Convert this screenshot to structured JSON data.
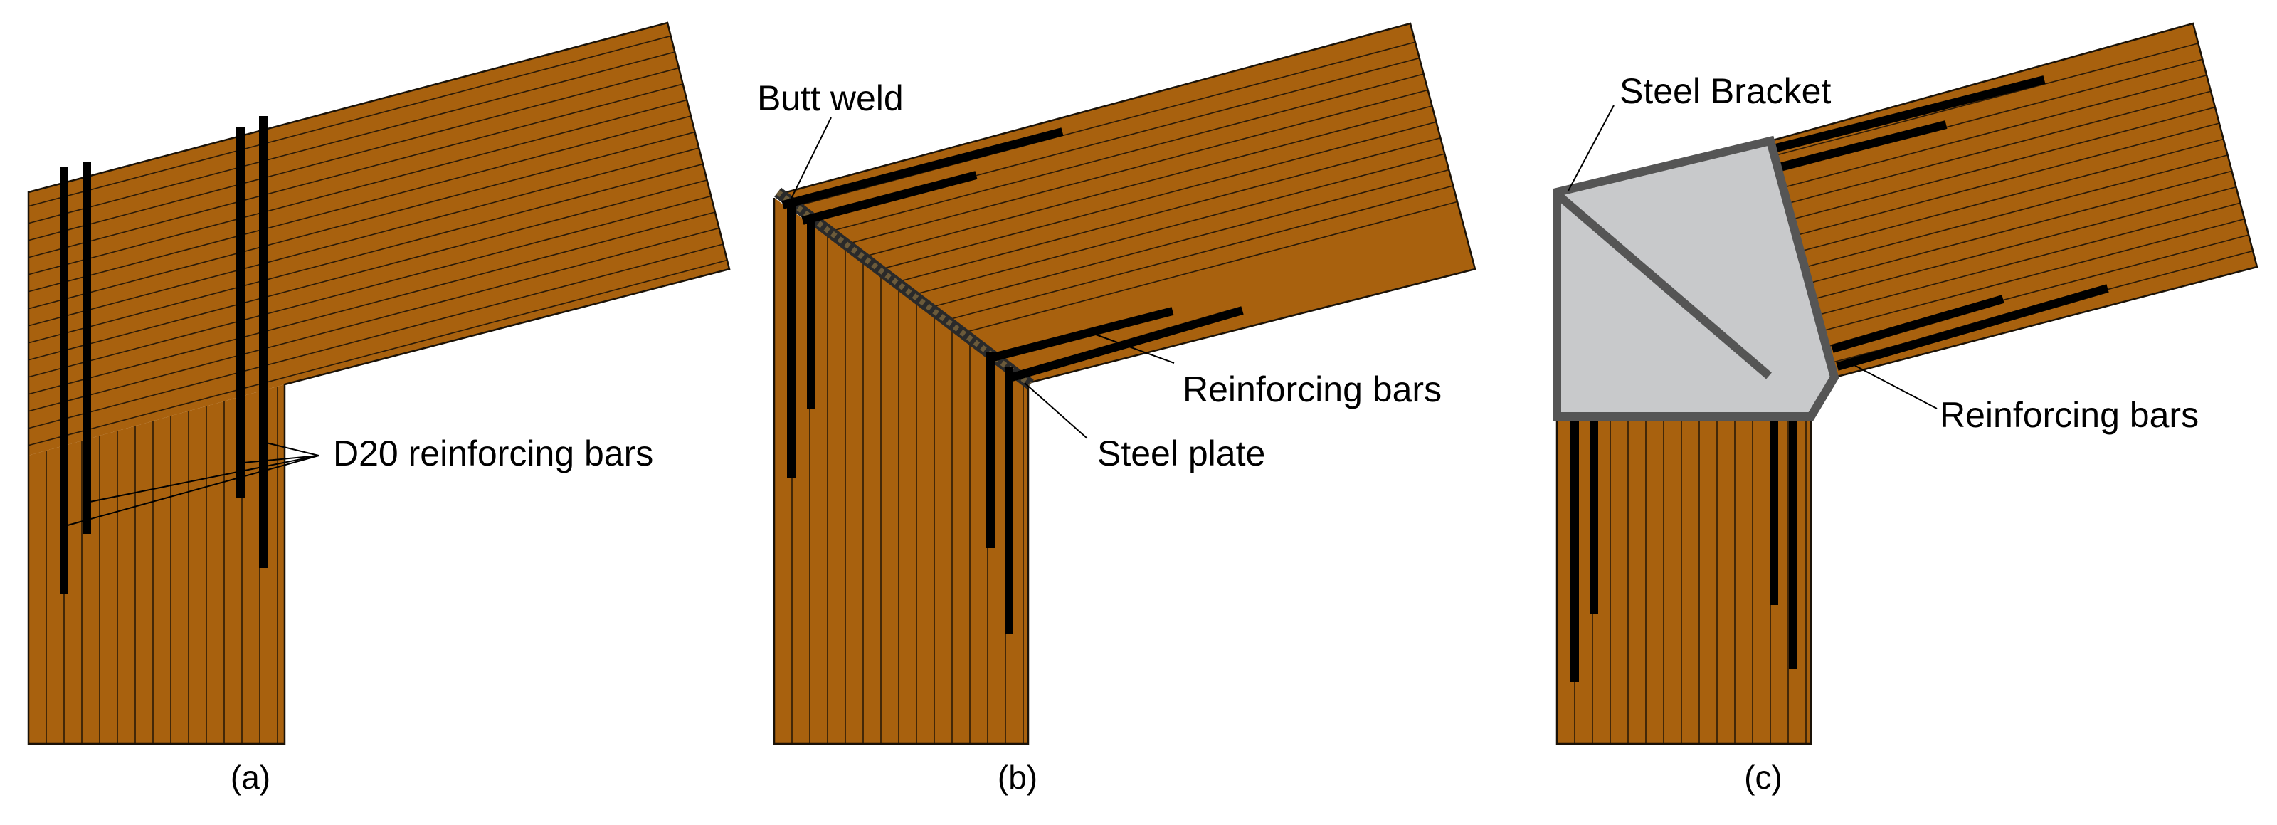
{
  "panels": [
    {
      "caption": "(a)",
      "labels": {
        "bars": "D20 reinforcing bars"
      }
    },
    {
      "caption": "(b)",
      "labels": {
        "weld": "Butt weld",
        "bars": "Reinforcing bars",
        "plate": "Steel plate"
      }
    },
    {
      "caption": "(c)",
      "labels": {
        "bracket": "Steel Bracket",
        "bars": "Reinforcing bars"
      }
    }
  ],
  "colors": {
    "timber": "#a8610e",
    "lamella_line": "#2a1a08",
    "rebar": "#000000",
    "steel_fill": "#c8c9cb",
    "steel_edge": "#555555"
  }
}
